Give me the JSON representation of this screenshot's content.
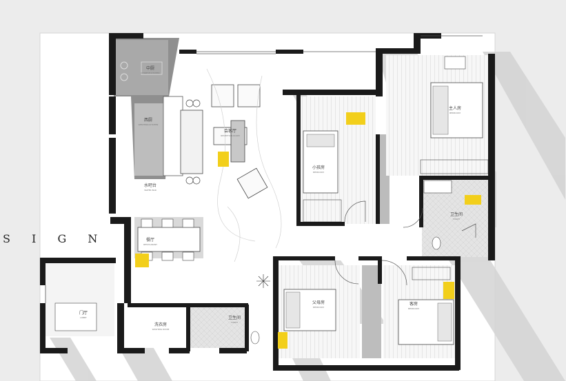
{
  "side_label": "S I G N",
  "rooms": [
    {
      "key": "kitchen_cn",
      "text": "中厨"
    },
    {
      "key": "kitchen_en",
      "text": "CHINESE KITCHEN"
    },
    {
      "key": "western_cn",
      "text": "西厨"
    },
    {
      "key": "western_en",
      "text": "WESTERN KITCHEN"
    },
    {
      "key": "living_cn",
      "text": "会客厅"
    },
    {
      "key": "living_en",
      "text": "RECEPTION ROOM"
    },
    {
      "key": "water_cn",
      "text": "水吧台"
    },
    {
      "key": "water_en",
      "text": "WATER BAR"
    },
    {
      "key": "dining_cn",
      "text": "餐厅"
    },
    {
      "key": "dining_en",
      "text": "RESTAURANT"
    },
    {
      "key": "foyer_cn",
      "text": "门厅"
    },
    {
      "key": "foyer_en",
      "text": "LOBBY"
    },
    {
      "key": "wash_cn",
      "text": "洗衣房"
    },
    {
      "key": "wash_en",
      "text": "WASHING ROOM"
    },
    {
      "key": "guestbath_cn",
      "text": "卫生间"
    },
    {
      "key": "guestbath_en",
      "text": "TOILET"
    },
    {
      "key": "small_cn",
      "text": "小孩房"
    },
    {
      "key": "small_en",
      "text": "BEDROOM"
    },
    {
      "key": "master_cn",
      "text": "主人房"
    },
    {
      "key": "master_en",
      "text": "BEDROOM"
    },
    {
      "key": "masterbath_cn",
      "text": "卫生间"
    },
    {
      "key": "masterbath_en",
      "text": "TOILET"
    },
    {
      "key": "parents_cn",
      "text": "父母房"
    },
    {
      "key": "parents_en",
      "text": "BEDROOM"
    },
    {
      "key": "guest_cn",
      "text": "客房"
    },
    {
      "key": "guest_en",
      "text": "BEDROOM"
    }
  ],
  "colors": {
    "wall": "#1a1a1a",
    "floor": "#ffffff",
    "shadow": "#d2d2d2",
    "accent": "#f2cf1b",
    "tile": "#9a9a9a"
  }
}
